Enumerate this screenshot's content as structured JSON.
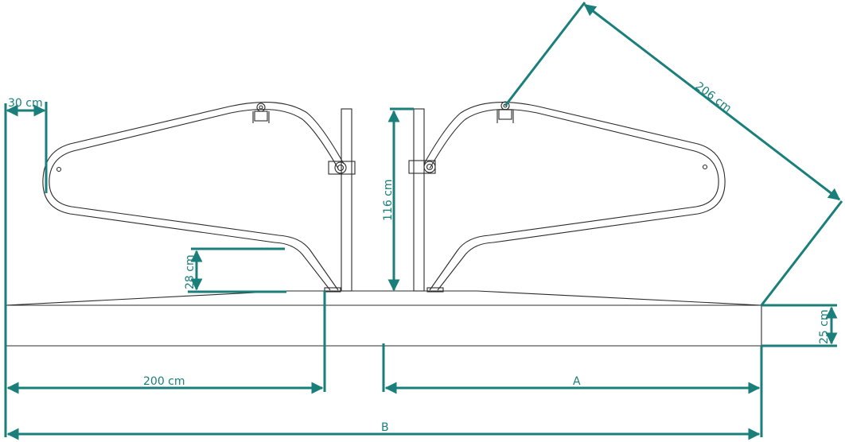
{
  "colors": {
    "dimension": "#1a7f7a",
    "drawing": "#2b2b2b"
  },
  "labels": {
    "width_30": "30 cm",
    "slant_206": "206 cm",
    "height_116": "116 cm",
    "step_28": "28 cm",
    "thickness_25": "25 cm",
    "half_200": "200 cm",
    "dim_a": "A",
    "dim_b": "B"
  }
}
